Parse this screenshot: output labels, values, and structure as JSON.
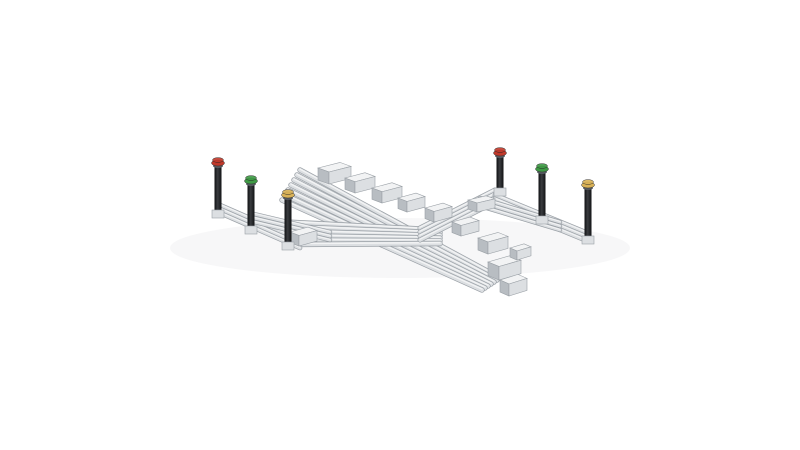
{
  "scene": {
    "background": "#ffffff",
    "pipe_light": "#f2f3f4",
    "pipe_mid": "#dcdfe2",
    "pipe_dark": "#b8bdc2",
    "outline": "#9aa0a6",
    "riser_color": "#1c1d20",
    "valve_colors": {
      "red": "#c0392b",
      "green": "#3f9a45",
      "yellow": "#d9b257"
    },
    "risers_left": [
      "red",
      "green",
      "yellow"
    ],
    "risers_right": [
      "red",
      "green",
      "yellow"
    ]
  }
}
